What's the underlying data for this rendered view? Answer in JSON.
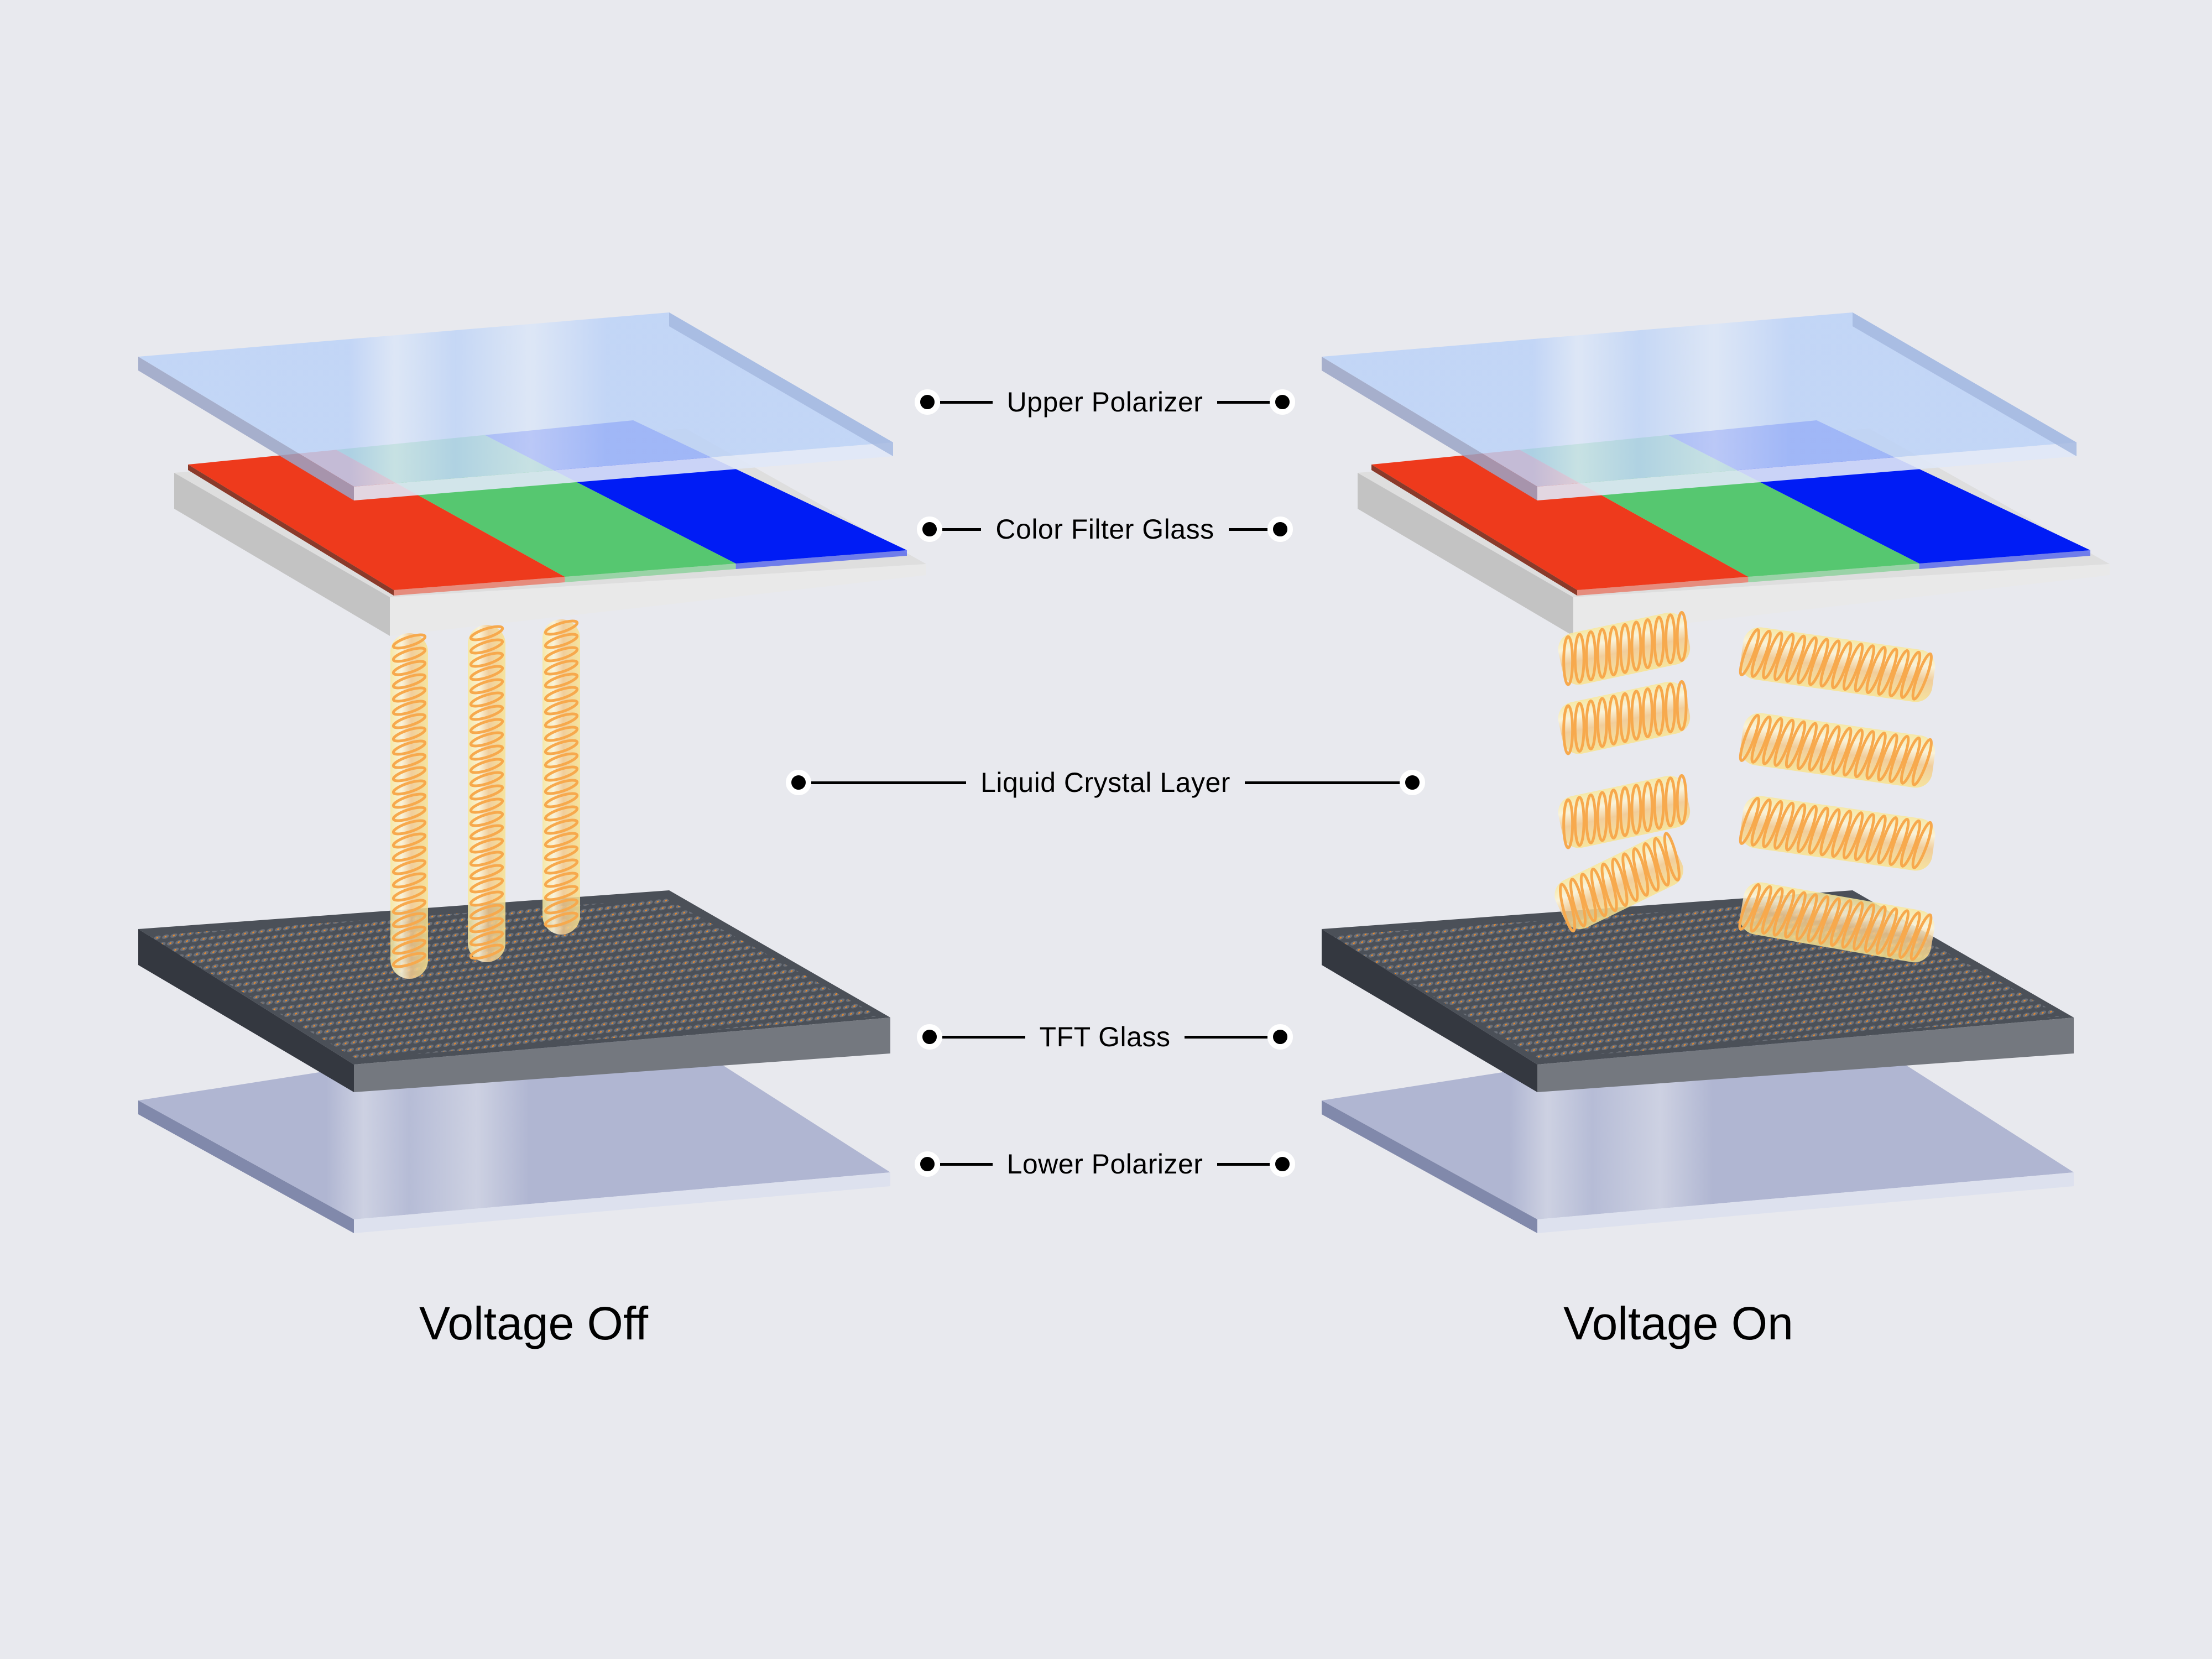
{
  "diagram": {
    "title": "LCD Panel Layer Structure",
    "background_color": "#e8e9ee",
    "panels": [
      {
        "id": "voltage-off",
        "caption": "Voltage Off",
        "liquid_crystal_orientation": "vertical-twisted",
        "molecule_count": 3
      },
      {
        "id": "voltage-on",
        "caption": "Voltage On",
        "liquid_crystal_orientation": "horizontal-aligned",
        "molecule_count": 8
      }
    ],
    "layers": [
      {
        "id": "upper-polarizer",
        "label": "Upper Polarizer",
        "color": "#c3d6f5"
      },
      {
        "id": "color-filter-glass",
        "label": "Color Filter Glass",
        "color": "#e4e4e4"
      },
      {
        "id": "liquid-crystal-layer",
        "label": "Liquid Crystal Layer",
        "color": "#f7e59a"
      },
      {
        "id": "tft-glass",
        "label": "TFT Glass",
        "color": "#4b5058"
      },
      {
        "id": "lower-polarizer",
        "label": "Lower Polarizer",
        "color": "#b1b7d2"
      }
    ],
    "color_filter": {
      "subpixels": [
        {
          "name": "red",
          "color": "#ee3a1c"
        },
        {
          "name": "green",
          "color": "#56c770"
        },
        {
          "name": "blue",
          "color": "#001cf5"
        }
      ]
    },
    "crystal_colors": {
      "fill": "#f9e79c",
      "coil": "#f7a94d"
    },
    "tft_pixel_color": "#f08a24"
  }
}
